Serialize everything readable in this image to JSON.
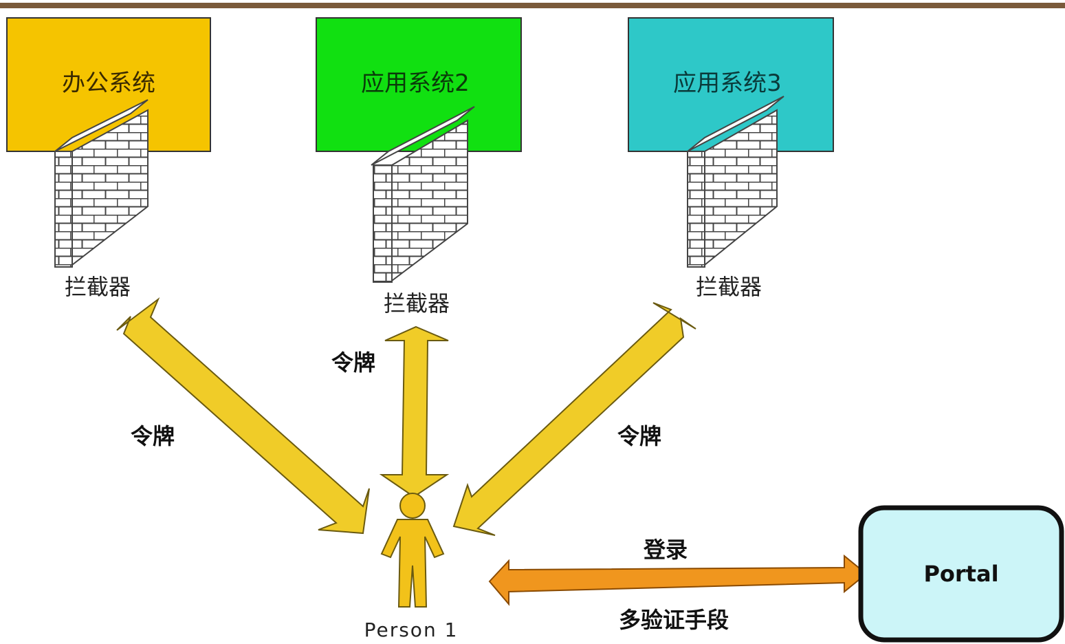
{
  "systems": [
    {
      "label": "办公系统",
      "color": "#f5c400"
    },
    {
      "label": "应用系统2",
      "color": "#11e011"
    },
    {
      "label": "应用系统3",
      "color": "#2ec8c8"
    }
  ],
  "interceptors": [
    {
      "label": "拦截器"
    },
    {
      "label": "拦截器"
    },
    {
      "label": "拦截器"
    }
  ],
  "tokens": [
    {
      "label": "令牌"
    },
    {
      "label": "令牌"
    },
    {
      "label": "令牌"
    }
  ],
  "person": {
    "label": "Person 1",
    "color": "#f2c21a"
  },
  "portal": {
    "label": "Portal",
    "color": "#ccf5f8"
  },
  "login": {
    "label": "登录",
    "method_label": "多验证手段",
    "arrow_color": "#f0961e"
  },
  "colors": {
    "token_arrow": "#f0cc28",
    "top_bar": "#7a5a3a",
    "wall_line": "#444444"
  }
}
